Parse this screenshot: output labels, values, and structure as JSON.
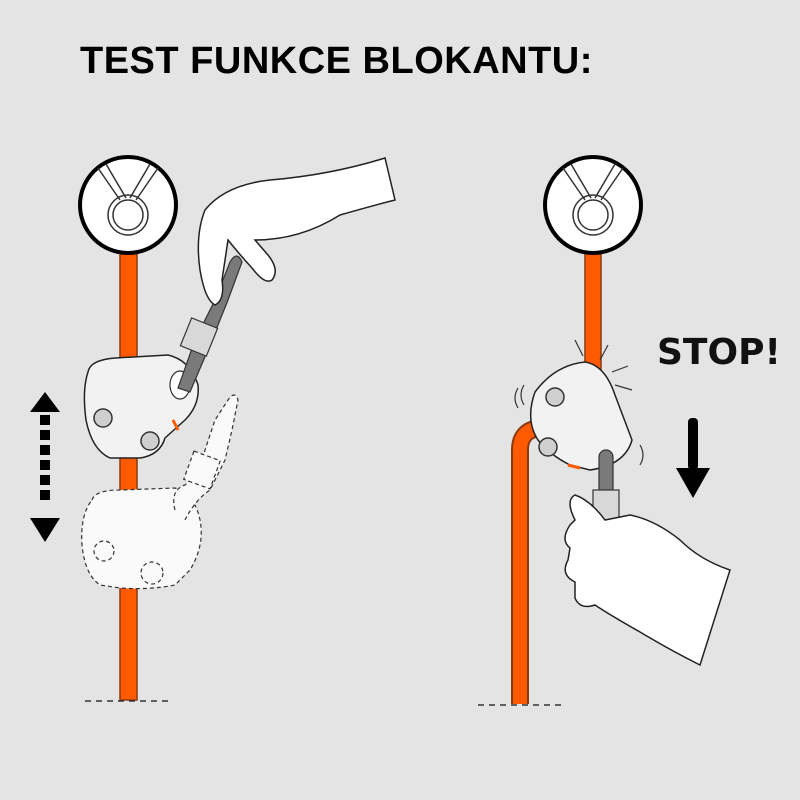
{
  "title": "TEST FUNKCE BLOKANTU:",
  "panels": [
    {
      "id": "left",
      "description": "Device slides freely up and down the rope",
      "motion": "bidirectional-arrow"
    },
    {
      "id": "right",
      "label": "STOP!",
      "description": "Device locks on rope when pulled down",
      "motion": "down-arrow"
    }
  ],
  "colors": {
    "background": "#e4e4e4",
    "rope": "#ff5a00",
    "rope_edge": "#8a3a10",
    "device": "#f2f2f2",
    "grip": "#7a7a7a",
    "outline": "#111111"
  }
}
